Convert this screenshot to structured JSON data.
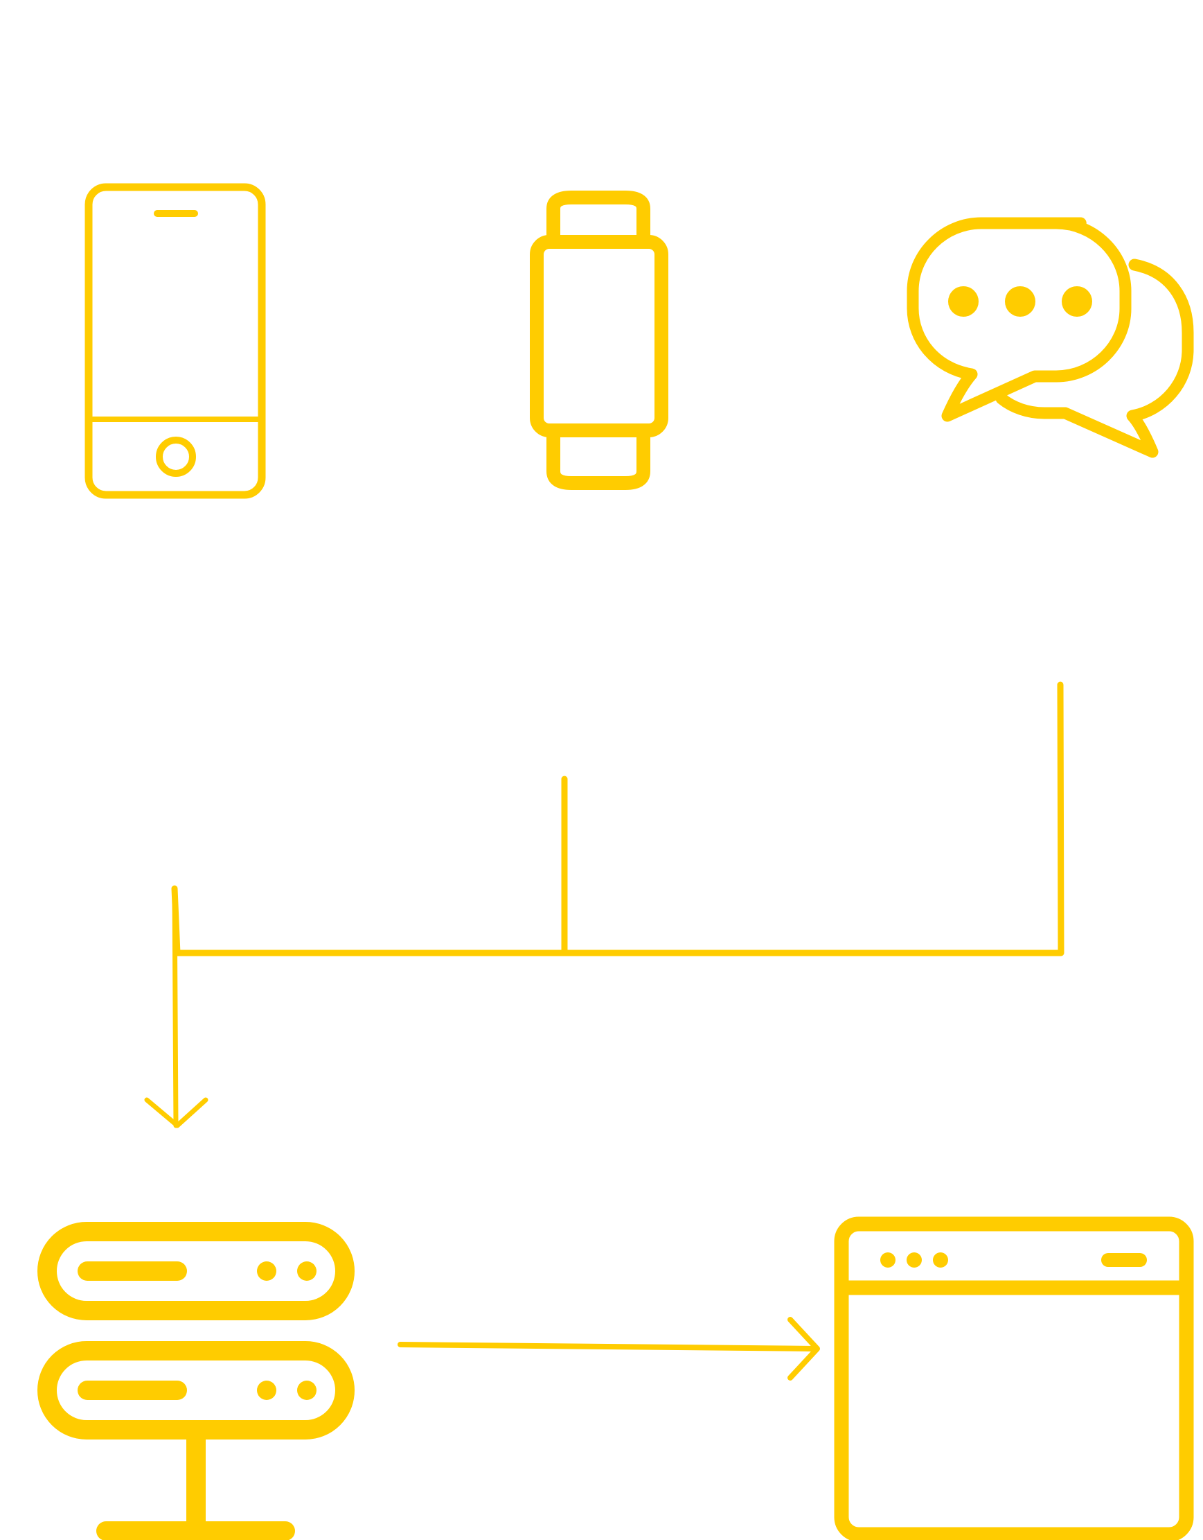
{
  "diagram": {
    "accent_color": "#FFCC00",
    "background_color": "#FFFFFF",
    "nodes": [
      {
        "id": "smartphone",
        "icon": "smartphone-icon"
      },
      {
        "id": "smartwatch",
        "icon": "smartwatch-icon"
      },
      {
        "id": "chat",
        "icon": "chat-bubbles-icon"
      },
      {
        "id": "server",
        "icon": "server-stack-icon"
      },
      {
        "id": "browser",
        "icon": "browser-window-icon"
      }
    ],
    "edges": [
      {
        "from": "smartphone",
        "to": "server"
      },
      {
        "from": "smartwatch",
        "to": "server"
      },
      {
        "from": "chat",
        "to": "server"
      },
      {
        "from": "server",
        "to": "browser"
      }
    ]
  }
}
